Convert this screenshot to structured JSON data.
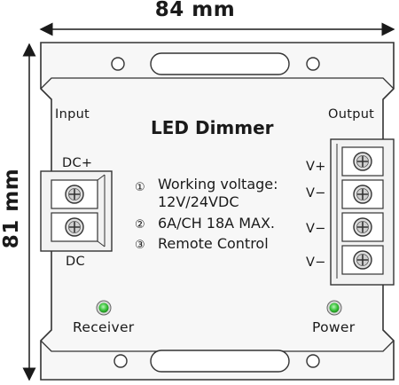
{
  "dimensions": {
    "width": "84 mm",
    "height": "81 mm"
  },
  "device": {
    "title": "LED Dimmer",
    "input_label": "Input",
    "output_label": "Output",
    "input_terminals": [
      "DC+",
      "DC"
    ],
    "output_terminals": [
      "V+",
      "V−",
      "V−",
      "V−"
    ],
    "specs": [
      {
        "marker": "①",
        "lines": [
          "Working voltage:",
          "12V/24VDC"
        ]
      },
      {
        "marker": "②",
        "lines": [
          "6A/CH 18A MAX."
        ]
      },
      {
        "marker": "③",
        "lines": [
          "Remote Control"
        ]
      }
    ],
    "indicators": [
      {
        "label": "Receiver",
        "color": "#3cc43c"
      },
      {
        "label": "Power",
        "color": "#3cc43c"
      }
    ]
  },
  "colors": {
    "body": "#f5f5f5",
    "outline": "#333333",
    "led": "#3cc43c"
  }
}
